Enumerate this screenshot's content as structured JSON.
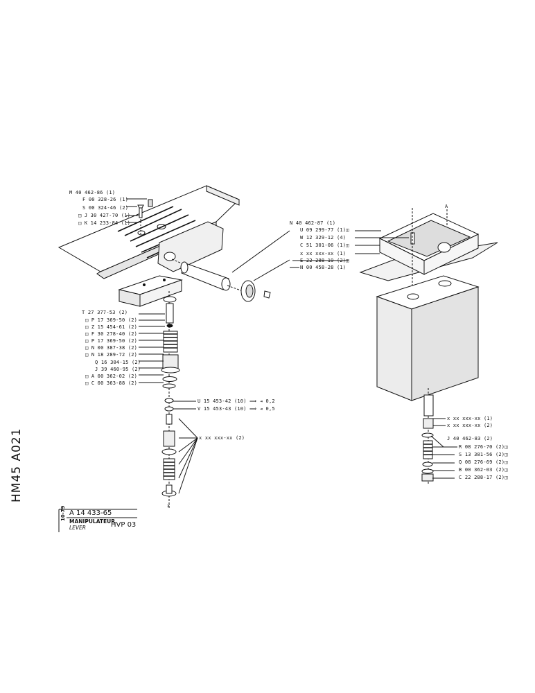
{
  "left_assembly": {
    "labels": [
      "M 40 462-86 (1)",
      "F 00 328-26 (1)",
      "S 00 324-46 (2)",
      "J 30 427-70 (1)",
      "K 14 233-84 (1)",
      "T 27 377-53 (2)",
      "P 17 369-50 (2)",
      "Z 15 454-61 (2)",
      "F 30 278-40 (2)",
      "P 17 369-50 (2)",
      "N 00 387-38 (2)",
      "N 18 289-72 (2)",
      "Q 16 304-15 (2)",
      "J 39 460-95 (2)",
      "A 00 362-02 (2)",
      "C 00 363-88 (2)"
    ],
    "u_label": "U 15 453-42 (10)",
    "u_value": "0,2",
    "v_label": "V 15 453-43 (10)",
    "v_value": "0,5",
    "xx_label": "x xx xxx-xx (2)",
    "bottom_mark": "x"
  },
  "middle_assembly": {
    "labels": [
      "N 40 462-87 (1)",
      "U 09 299-77 (1)",
      "W 12 329-12 (4)",
      "C 51 301-06 (1)",
      "x xx xxx-xx (1)",
      "E 22 288-19 (2)",
      "N 00 458-28 (1)"
    ]
  },
  "right_assembly": {
    "view_mark": "A",
    "labels": [
      "x xx xxx-xx (1)",
      "x xx xxx-xx (2)",
      "J 40 462-83 (2)",
      "R 08 276-70 (2)",
      "S 13 381-56 (2)",
      "Q 08 276-69 (2)",
      "B 00 362-03 (2)",
      "C 22 288-17 (2)"
    ]
  },
  "title_block": {
    "machine_code": "HM45 A021",
    "date": "10-79",
    "drawing_number": "A 14 433-65",
    "title_fr": "MANIPULATEUR",
    "title_en": "LEVER",
    "hydraulic_code": "HVP 03"
  }
}
